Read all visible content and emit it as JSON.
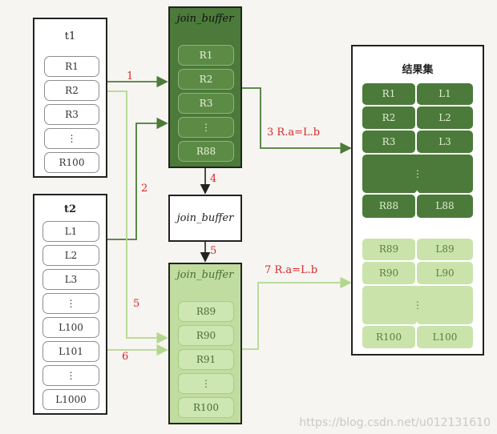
{
  "t1": {
    "title": "t1",
    "rows": [
      "R1",
      "R2",
      "R3",
      "⋮",
      "R100"
    ]
  },
  "t2": {
    "title": "t2",
    "rows": [
      "L1",
      "L2",
      "L3",
      "⋮",
      "L100",
      "L101",
      "⋮",
      "L1000"
    ]
  },
  "join_buffer_top": {
    "title": "join_buffer",
    "rows": [
      "R1",
      "R2",
      "R3",
      "⋮",
      "R88"
    ]
  },
  "join_buffer_mid": {
    "title": "join_buffer"
  },
  "join_buffer_bottom": {
    "title": "join_buffer",
    "rows": [
      "R89",
      "R90",
      "R91",
      "⋮",
      "R100"
    ]
  },
  "result": {
    "title": "结果集",
    "dark": [
      [
        "R1",
        "L1"
      ],
      [
        "R2",
        "L2"
      ],
      [
        "R3",
        "L3"
      ],
      [
        "⋮",
        ""
      ],
      [
        "R88",
        "L88"
      ]
    ],
    "light": [
      [
        "R89",
        "L89"
      ],
      [
        "R90",
        "L90"
      ],
      [
        "⋮",
        ""
      ],
      [
        "R100",
        "L100"
      ]
    ]
  },
  "steps": {
    "s1": "1",
    "s2": "2",
    "s3": "3 R.a=L.b",
    "s4": "4",
    "s5a": "5",
    "s5b": "5",
    "s6": "6",
    "s7": "7 R.a=L.b"
  },
  "watermark": "https://blog.csdn.net/u012131610",
  "colors": {
    "dark_green": "#4b7a3a",
    "light_green": "#c0dc9f",
    "step_red": "#d9262b"
  }
}
